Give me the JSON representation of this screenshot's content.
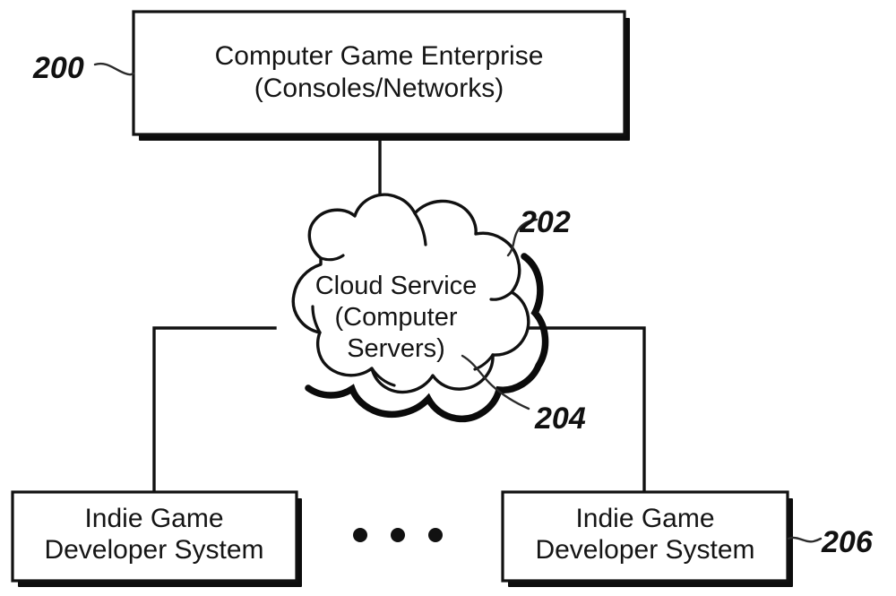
{
  "figure": {
    "type": "patent-block-diagram",
    "background_color": "#ffffff",
    "ink_color": "#111111"
  },
  "nodes": {
    "enterprise": {
      "ref": "200",
      "line1": "Computer Game Enterprise",
      "line2": "(Consoles/Networks)"
    },
    "cloud": {
      "ref_outer": "202",
      "ref_inner": "204",
      "line1": "Cloud Service",
      "line2": "(Computer",
      "line3": "Servers)"
    },
    "developer_left": {
      "line1": "Indie Game",
      "line2": "Developer System"
    },
    "developer_right": {
      "ref": "206",
      "line1": "Indie Game",
      "line2": "Developer System"
    }
  },
  "ellipsis": {
    "label": "continuation-dots",
    "count": 3
  },
  "reference_numerals": [
    {
      "id": "200",
      "label": "200",
      "points_to": "enterprise-box"
    },
    {
      "id": "202",
      "label": "202",
      "points_to": "cloud-outline"
    },
    {
      "id": "204",
      "label": "204",
      "points_to": "cloud-body"
    },
    {
      "id": "206",
      "label": "206",
      "points_to": "developer-box-right"
    }
  ],
  "connections": [
    {
      "from": "enterprise",
      "to": "cloud"
    },
    {
      "from": "cloud",
      "to": "developer_left"
    },
    {
      "from": "cloud",
      "to": "developer_right"
    }
  ]
}
